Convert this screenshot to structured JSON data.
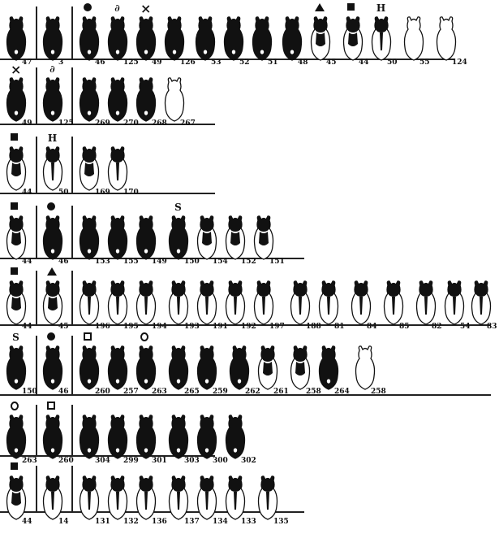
{
  "rows": [
    {
      "animals": [
        {
          "id": "47",
          "mark": "",
          "pattern": "dark"
        },
        {
          "id": "3",
          "mark": "",
          "pattern": "dark"
        },
        {
          "id": "46",
          "mark": "dot",
          "pattern": "dark"
        },
        {
          "id": "125",
          "mark": "spiral",
          "pattern": "dark"
        },
        {
          "id": "49",
          "mark": "cross",
          "pattern": "dark"
        },
        {
          "id": "126",
          "mark": "",
          "pattern": "dark"
        },
        {
          "id": "53",
          "mark": "",
          "pattern": "dark"
        },
        {
          "id": "52",
          "mark": "",
          "pattern": "dark"
        },
        {
          "id": "51",
          "mark": "",
          "pattern": "dark"
        },
        {
          "id": "48",
          "mark": "",
          "pattern": "dark"
        },
        {
          "id": "45",
          "mark": "triangle",
          "pattern": "partial"
        },
        {
          "id": "44",
          "mark": "square",
          "pattern": "partial"
        },
        {
          "id": "50",
          "mark": "H",
          "pattern": "hooded"
        },
        {
          "id": "55",
          "mark": "",
          "pattern": "white"
        },
        {
          "id": "124",
          "mark": "",
          "pattern": "white"
        }
      ]
    },
    {
      "animals": [
        {
          "id": "49",
          "mark": "cross",
          "pattern": "dark"
        },
        {
          "id": "125",
          "mark": "spiral",
          "pattern": "dark"
        },
        {
          "id": "269",
          "mark": "",
          "pattern": "dark"
        },
        {
          "id": "270",
          "mark": "",
          "pattern": "dark"
        },
        {
          "id": "268",
          "mark": "",
          "pattern": "dark"
        },
        {
          "id": "267",
          "mark": "",
          "pattern": "white"
        }
      ]
    },
    {
      "animals": [
        {
          "id": "44",
          "mark": "square",
          "pattern": "partial"
        },
        {
          "id": "50",
          "mark": "H",
          "pattern": "hooded"
        },
        {
          "id": "169",
          "mark": "",
          "pattern": "partial"
        },
        {
          "id": "170",
          "mark": "",
          "pattern": "hooded"
        }
      ]
    },
    {
      "animals": [
        {
          "id": "44",
          "mark": "square",
          "pattern": "partial"
        },
        {
          "id": "46",
          "mark": "dot",
          "pattern": "dark"
        },
        {
          "id": "153",
          "mark": "",
          "pattern": "dark"
        },
        {
          "id": "155",
          "mark": "",
          "pattern": "dark"
        },
        {
          "id": "149",
          "mark": "",
          "pattern": "dark"
        },
        {
          "id": "150",
          "mark": "S",
          "pattern": "dark"
        },
        {
          "id": "154",
          "mark": "",
          "pattern": "partial"
        },
        {
          "id": "152",
          "mark": "",
          "pattern": "partial"
        },
        {
          "id": "151",
          "mark": "",
          "pattern": "partial"
        }
      ]
    },
    {
      "animals": [
        {
          "id": "44",
          "mark": "square",
          "pattern": "partial"
        },
        {
          "id": "45",
          "mark": "triangle",
          "pattern": "partial"
        },
        {
          "id": "196",
          "mark": "",
          "pattern": "hooded"
        },
        {
          "id": "195",
          "mark": "",
          "pattern": "hooded"
        },
        {
          "id": "194",
          "mark": "",
          "pattern": "hooded"
        },
        {
          "id": "193",
          "mark": "",
          "pattern": "hooded"
        },
        {
          "id": "191",
          "mark": "",
          "pattern": "hooded"
        },
        {
          "id": "192",
          "mark": "",
          "pattern": "hooded"
        },
        {
          "id": "197",
          "mark": "",
          "pattern": "hooded"
        },
        {
          "id": "188",
          "mark": "",
          "pattern": "hooded"
        },
        {
          "id": "81",
          "mark": "",
          "pattern": "hooded"
        },
        {
          "id": "84",
          "mark": "",
          "pattern": "hooded"
        },
        {
          "id": "85",
          "mark": "",
          "pattern": "hooded"
        },
        {
          "id": "82",
          "mark": "",
          "pattern": "hooded"
        },
        {
          "id": "54",
          "mark": "",
          "pattern": "hooded"
        },
        {
          "id": "83",
          "mark": "",
          "pattern": "hooded"
        }
      ]
    },
    {
      "animals": [
        {
          "id": "150",
          "mark": "S",
          "pattern": "dark"
        },
        {
          "id": "46",
          "mark": "dot",
          "pattern": "dark"
        },
        {
          "id": "260",
          "mark": "open-square",
          "pattern": "dark"
        },
        {
          "id": "257",
          "mark": "",
          "pattern": "dark"
        },
        {
          "id": "263",
          "mark": "circle",
          "pattern": "dark"
        },
        {
          "id": "265",
          "mark": "",
          "pattern": "dark"
        },
        {
          "id": "259",
          "mark": "",
          "pattern": "dark"
        },
        {
          "id": "262",
          "mark": "",
          "pattern": "dark"
        },
        {
          "id": "261",
          "mark": "",
          "pattern": "partial"
        },
        {
          "id": "258",
          "mark": "",
          "pattern": "partial"
        },
        {
          "id": "264",
          "mark": "",
          "pattern": "dark"
        },
        {
          "id": "258",
          "mark": "",
          "pattern": "white"
        }
      ]
    },
    {
      "animals": [
        {
          "id": "263",
          "mark": "circle",
          "pattern": "dark"
        },
        {
          "id": "260",
          "mark": "open-square",
          "pattern": "dark"
        },
        {
          "id": "304",
          "mark": "",
          "pattern": "dark"
        },
        {
          "id": "299",
          "mark": "",
          "pattern": "dark"
        },
        {
          "id": "301",
          "mark": "",
          "pattern": "dark"
        },
        {
          "id": "303",
          "mark": "",
          "pattern": "dark"
        },
        {
          "id": "300",
          "mark": "",
          "pattern": "dark"
        },
        {
          "id": "302",
          "mark": "",
          "pattern": "dark"
        }
      ]
    },
    {
      "animals": [
        {
          "id": "44",
          "mark": "square",
          "pattern": "partial"
        },
        {
          "id": "14",
          "mark": "",
          "pattern": "hooded"
        },
        {
          "id": "131",
          "mark": "",
          "pattern": "hooded"
        },
        {
          "id": "132",
          "mark": "",
          "pattern": "hooded"
        },
        {
          "id": "136",
          "mark": "",
          "pattern": "hooded"
        },
        {
          "id": "137",
          "mark": "",
          "pattern": "hooded"
        },
        {
          "id": "134",
          "mark": "",
          "pattern": "hooded"
        },
        {
          "id": "133",
          "mark": "",
          "pattern": "hooded"
        },
        {
          "id": "135",
          "mark": "",
          "pattern": "hooded"
        }
      ]
    }
  ]
}
